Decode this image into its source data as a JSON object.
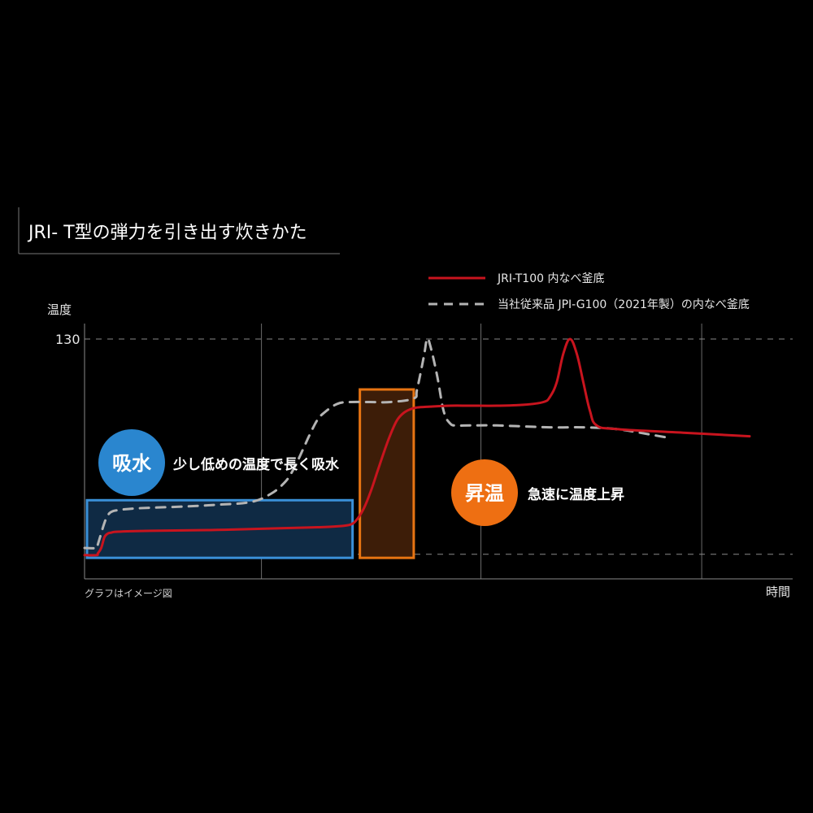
{
  "header": {
    "title": "JRI- T型の弾力を引き出す炊きかた"
  },
  "legend": {
    "items": [
      {
        "label": "JRI-T100 内なべ釜底",
        "style": "solid",
        "color": "#c8141e"
      },
      {
        "label": "当社従来品 JPI-G100（2021年製）の内なべ釜底",
        "style": "dashed",
        "color": "#b4b4b4"
      }
    ]
  },
  "phases": [
    {
      "badge": "吸水",
      "description": "少し低めの温度で長く吸水",
      "badge_color": "#2a86cf",
      "box_border": "#3a90d8",
      "box_fill": "#0f2a44",
      "time_range": [
        0,
        40.3
      ]
    },
    {
      "badge": "昇温",
      "description": "急速に温度上昇",
      "badge_color": "#ee6f12",
      "box_border": "#e77412",
      "box_fill": "#3d1d08",
      "time_range": [
        41.4,
        49.5
      ]
    }
  ],
  "footnote": "グラフはイメージ図",
  "chart_data": {
    "type": "line",
    "ylabel": "温度",
    "xlabel": "時間",
    "y_ticks": [
      {
        "value": 130,
        "label": "130"
      }
    ],
    "xlim": [
      0,
      100
    ],
    "ylim": [
      0,
      140
    ],
    "grid": true,
    "legend_position": "top-right",
    "series": [
      {
        "name": "JRI-T100 内なべ釜底",
        "style": "solid",
        "color": "#c8141e",
        "x": [
          0,
          1.8,
          2,
          2.5,
          3,
          3.5,
          4,
          5,
          10,
          20,
          30,
          35,
          38,
          40,
          41,
          42,
          43,
          44,
          45,
          46,
          47,
          48,
          49,
          50,
          52,
          55,
          58,
          62,
          66,
          69,
          70,
          71,
          72,
          73,
          74,
          75,
          76,
          77,
          80,
          90,
          100
        ],
        "y": [
          10,
          10,
          11,
          14,
          20,
          22,
          22.5,
          23,
          23.5,
          24,
          25,
          25.5,
          26,
          27,
          30,
          36,
          45,
          56,
          67,
          77,
          85,
          89,
          91,
          92,
          92.5,
          93,
          93,
          93,
          93.5,
          95,
          98,
          106,
          122,
          130,
          122,
          106,
          90,
          82,
          80,
          78,
          76
        ]
      },
      {
        "name": "当社従来品 JPI-G100（2021年製）の内なべ釜底",
        "style": "dashed",
        "color": "#b4b4b4",
        "x": [
          0,
          1.8,
          2,
          3,
          3.5,
          4,
          5,
          8,
          15,
          20,
          25,
          28,
          30,
          31,
          32,
          33,
          34,
          35,
          36,
          38,
          40,
          43,
          46,
          49.5,
          50,
          51,
          51.5,
          52,
          53,
          54,
          55,
          56,
          58,
          62,
          70,
          75,
          80,
          85,
          88
        ],
        "y": [
          14,
          14,
          16,
          28,
          32,
          34,
          35,
          36,
          37,
          38,
          39.5,
          44,
          50,
          55,
          62,
          70,
          78,
          85,
          89,
          94,
          95,
          95,
          95,
          97,
          102,
          120,
          130,
          126,
          110,
          90,
          83,
          82,
          82,
          82,
          81,
          81,
          80,
          77,
          75
        ]
      }
    ]
  }
}
